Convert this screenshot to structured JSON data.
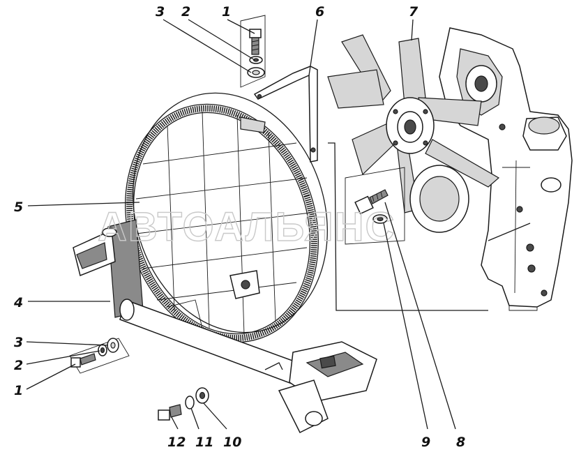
{
  "watermark": "АВТОАЛЬЯНС",
  "callouts": [
    {
      "id": "c3-top",
      "text": "3"
    },
    {
      "id": "c2-top",
      "text": "2"
    },
    {
      "id": "c1-top",
      "text": "1"
    },
    {
      "id": "c6",
      "text": "6"
    },
    {
      "id": "c7",
      "text": "7"
    },
    {
      "id": "c5",
      "text": "5"
    },
    {
      "id": "c4",
      "text": "4"
    },
    {
      "id": "c3-left",
      "text": "3"
    },
    {
      "id": "c2-left",
      "text": "2"
    },
    {
      "id": "c1-left",
      "text": "1"
    },
    {
      "id": "c12",
      "text": "12"
    },
    {
      "id": "c11",
      "text": "11"
    },
    {
      "id": "c10",
      "text": "10"
    },
    {
      "id": "c9",
      "text": "9"
    },
    {
      "id": "c8",
      "text": "8"
    }
  ]
}
